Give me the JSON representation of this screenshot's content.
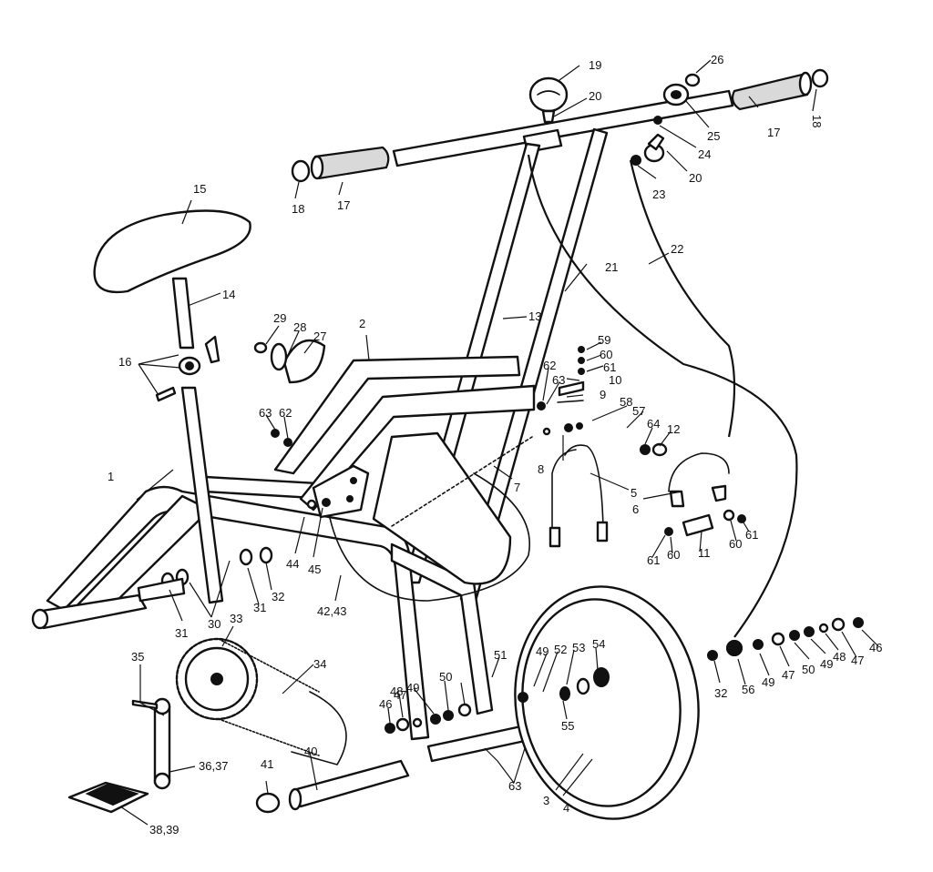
{
  "callouts": [
    {
      "text": "1"
    },
    {
      "text": "2"
    },
    {
      "text": "3"
    },
    {
      "text": "4"
    },
    {
      "text": "5"
    },
    {
      "text": "6"
    },
    {
      "text": "7"
    },
    {
      "text": "8"
    },
    {
      "text": "9"
    },
    {
      "text": "10"
    },
    {
      "text": "11"
    },
    {
      "text": "12"
    },
    {
      "text": "13"
    },
    {
      "text": "14"
    },
    {
      "text": "15"
    },
    {
      "text": "16"
    },
    {
      "text": "17"
    },
    {
      "text": "17"
    },
    {
      "text": "18"
    },
    {
      "text": "18"
    },
    {
      "text": "19"
    },
    {
      "text": "20"
    },
    {
      "text": "20"
    },
    {
      "text": "21"
    },
    {
      "text": "22"
    },
    {
      "text": "23"
    },
    {
      "text": "24"
    },
    {
      "text": "25"
    },
    {
      "text": "26"
    },
    {
      "text": "27"
    },
    {
      "text": "28"
    },
    {
      "text": "29"
    },
    {
      "text": "30"
    },
    {
      "text": "31"
    },
    {
      "text": "31"
    },
    {
      "text": "32"
    },
    {
      "text": "32"
    },
    {
      "text": "33"
    },
    {
      "text": "34"
    },
    {
      "text": "35"
    },
    {
      "text": "36,37"
    },
    {
      "text": "38,39"
    },
    {
      "text": "40"
    },
    {
      "text": "41"
    },
    {
      "text": "42,43"
    },
    {
      "text": "44"
    },
    {
      "text": "45"
    },
    {
      "text": "46"
    },
    {
      "text": "46"
    },
    {
      "text": "47"
    },
    {
      "text": "47"
    },
    {
      "text": "47"
    },
    {
      "text": "48"
    },
    {
      "text": "48"
    },
    {
      "text": "49"
    },
    {
      "text": "49"
    },
    {
      "text": "49"
    },
    {
      "text": "49"
    },
    {
      "text": "50"
    },
    {
      "text": "50"
    },
    {
      "text": "51"
    },
    {
      "text": "52"
    },
    {
      "text": "53"
    },
    {
      "text": "54"
    },
    {
      "text": "55"
    },
    {
      "text": "56"
    },
    {
      "text": "57"
    },
    {
      "text": "58"
    },
    {
      "text": "59"
    },
    {
      "text": "60"
    },
    {
      "text": "60"
    },
    {
      "text": "60"
    },
    {
      "text": "61"
    },
    {
      "text": "61"
    },
    {
      "text": "61"
    },
    {
      "text": "62"
    },
    {
      "text": "62"
    },
    {
      "text": "63"
    },
    {
      "text": "63"
    },
    {
      "text": "63"
    },
    {
      "text": "64"
    }
  ]
}
